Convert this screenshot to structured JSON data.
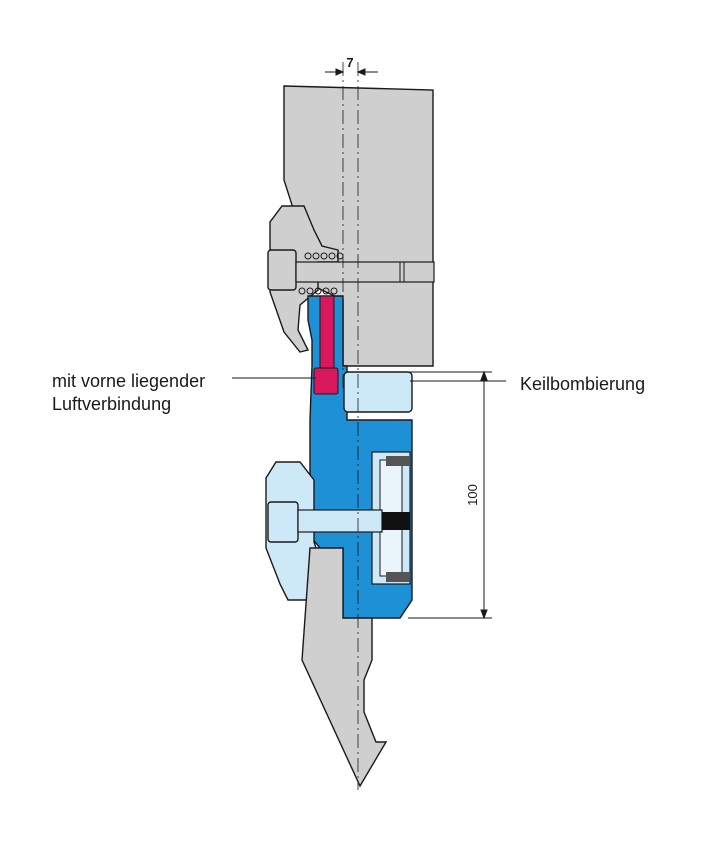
{
  "dimensions": {
    "offset_label": "7",
    "height_label": "100"
  },
  "labels": {
    "left_line1": "mit vorne liegender",
    "left_line2": "Luftverbindung",
    "right": "Keilbombierung"
  },
  "colors": {
    "steel_gray": "#cfcfcf",
    "clamp_blue": "#1e90d6",
    "light_blue": "#cde8f6",
    "air_channel_magenta": "#d8175c",
    "outline": "#1a1a1a"
  }
}
